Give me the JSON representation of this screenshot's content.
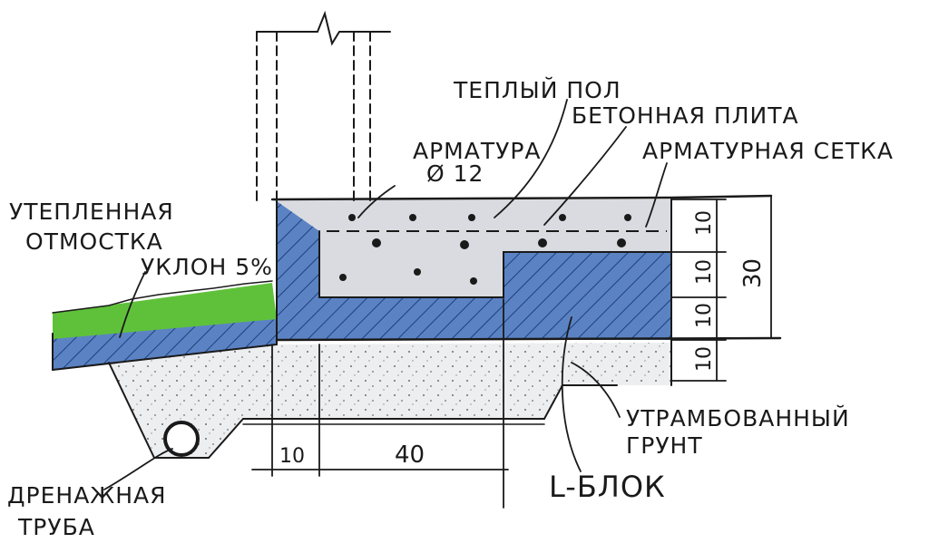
{
  "labels": {
    "warm_floor": "ТЕПЛЫЙ ПОЛ",
    "concrete_slab": "БЕТОННАЯ ПЛИТА",
    "rebar": "АРМАТУРА",
    "rebar_diameter": "Ø 12",
    "rebar_mesh": "АРМАТУРНАЯ СЕТКА",
    "insulated_blind_area_line1": "УТЕПЛЕННАЯ",
    "insulated_blind_area_line2": "ОТМОСТКА",
    "slope": "УКЛОН 5%",
    "compacted_soil_line1": "УТРАМБОВАННЫЙ",
    "compacted_soil_line2": "ГРУНТ",
    "l_block": "L-БЛОК",
    "drain_pipe_line1": "ДРЕНАЖНАЯ",
    "drain_pipe_line2": "ТРУБА"
  },
  "dimensions": {
    "layer_1": "10",
    "layer_2": "10",
    "layer_3": "10",
    "layer_4": "10",
    "total_height": "30",
    "wall_width": "10",
    "block_width": "40"
  },
  "colors": {
    "insulation_blue": "#5b83c4",
    "concrete_gray": "#d9dbe0",
    "grass_green": "#5fc13a",
    "gravel_gray": "#eceef0",
    "ink": "#1a1a1a"
  }
}
